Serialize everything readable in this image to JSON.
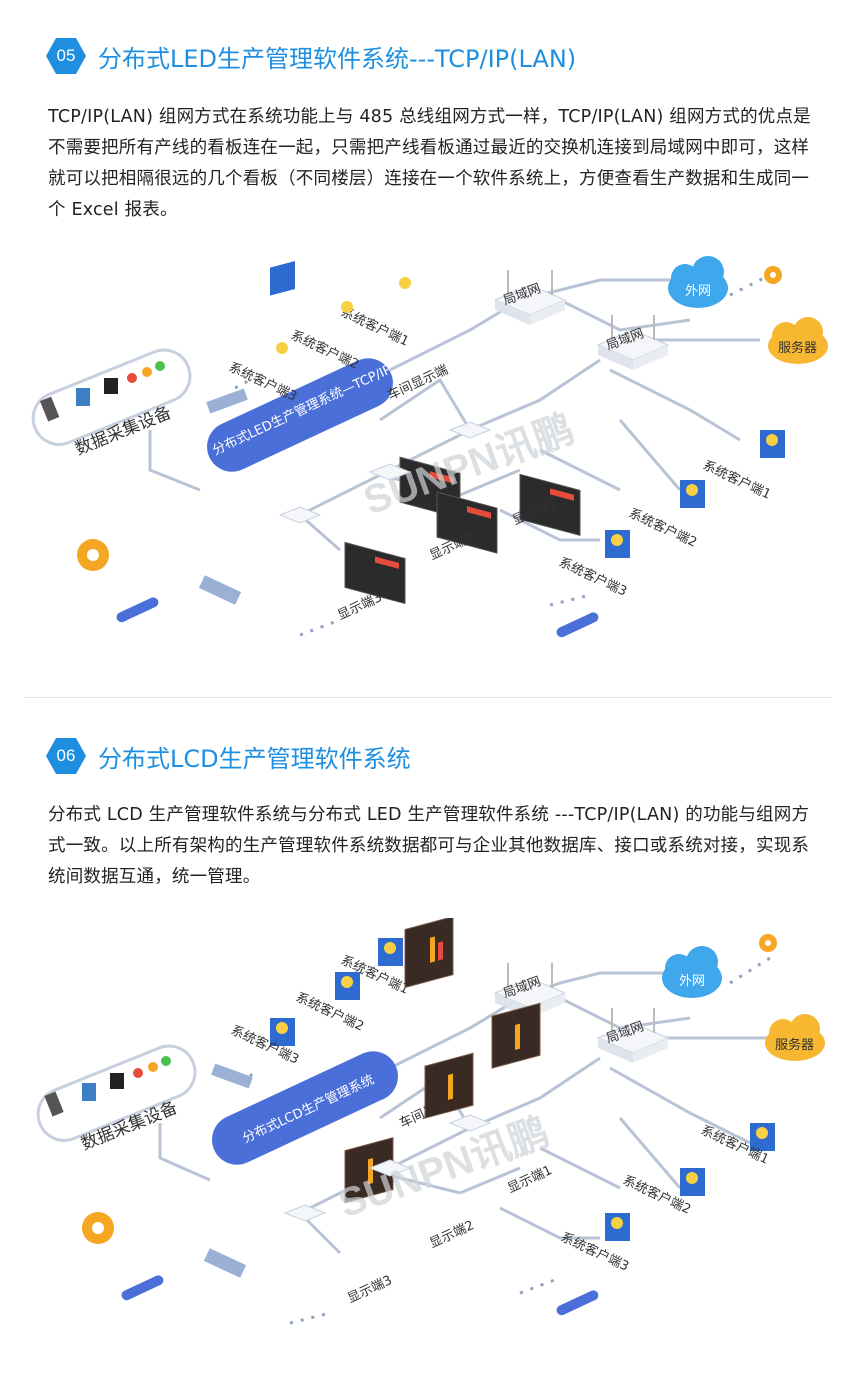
{
  "section05": {
    "badge": "05",
    "title": "分布式LED生产管理软件系统---TCP/IP(LAN)",
    "paragraph": "TCP/IP(LAN) 组网方式在系统功能上与 485 总线组网方式一样，TCP/IP(LAN) 组网方式的优点是不需要把所有产线的看板连在一起，只需把产线看板通过最近的交换机连接到局域网中即可，这样就可以把相隔很远的几个看板（不同楼层）连接在一个软件系统上，方便查看生产数据和生成同一个 Excel 报表。",
    "diagram": {
      "pill_label": "分布式LED生产管理系统—TCP/IP",
      "data_device_label": "数据采集设备",
      "lan_label_1": "局域网",
      "lan_label_2": "局域网",
      "cloud_label": "外网",
      "server_label": "服务器",
      "workshop_display_label": "车间显示端",
      "display_1": "显示端1",
      "display_2": "显示端2",
      "display_3": "显示端3",
      "client_left_1": "系统客户端1",
      "client_left_2": "系统客户端2",
      "client_left_3": "系统客户端3",
      "client_right_1": "系统客户端1",
      "client_right_2": "系统客户端2",
      "client_right_3": "系统客户端3",
      "watermark": "SUNPN讯鹏"
    }
  },
  "section06": {
    "badge": "06",
    "title": "分布式LCD生产管理软件系统",
    "paragraph": "分布式 LCD 生产管理软件系统与分布式 LED 生产管理软件系统 ---TCP/IP(LAN) 的功能与组网方式一致。以上所有架构的生产管理软件系统数据都可与企业其他数据库、接口或系统对接，实现系统间数据互通，统一管理。",
    "diagram": {
      "pill_label": "分布式LCD生产管理系统",
      "data_device_label": "数据采集设备",
      "lan_label_1": "局域网",
      "lan_label_2": "局域网",
      "cloud_label": "外网",
      "server_label": "服务器",
      "workshop_display_label": "车间显示端",
      "display_1": "显示端1",
      "display_2": "显示端2",
      "display_3": "显示端3",
      "client_left_1": "系统客户端1",
      "client_left_2": "系统客户端2",
      "client_left_3": "系统客户端3",
      "client_right_1": "系统客户端1",
      "client_right_2": "系统客户端2",
      "client_right_3": "系统客户端3",
      "watermark": "SUNPN讯鹏"
    }
  },
  "colors": {
    "accent": "#1e8fe0",
    "pill": "#4a6fd8",
    "line": "#b8c4d6",
    "cloud": "#3fa7ec",
    "server_cloud": "#f7b731",
    "gear": "#f5a623"
  }
}
